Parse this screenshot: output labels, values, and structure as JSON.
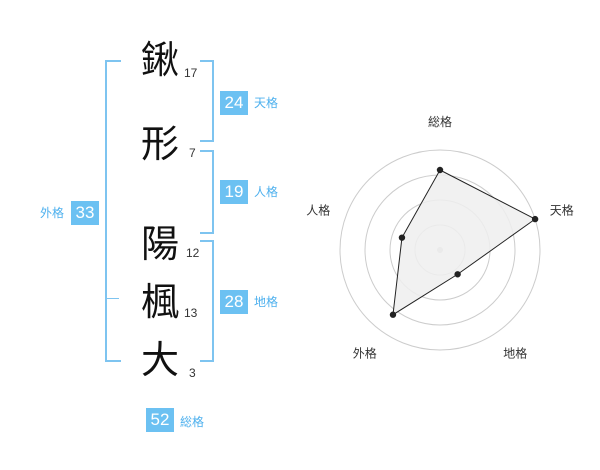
{
  "characters": [
    {
      "char": "鍬",
      "strokes": "17"
    },
    {
      "char": "形",
      "strokes": "7"
    },
    {
      "char": "陽",
      "strokes": "12"
    },
    {
      "char": "楓",
      "strokes": "13"
    },
    {
      "char": "大",
      "strokes": "3"
    }
  ],
  "fortunes": {
    "tenkaku": {
      "value": "24",
      "label": "天格"
    },
    "jinkaku": {
      "value": "19",
      "label": "人格"
    },
    "chikaku": {
      "value": "28",
      "label": "地格"
    },
    "gaikaku": {
      "value": "33",
      "label": "外格"
    },
    "soukaku": {
      "value": "52",
      "label": "総格"
    }
  },
  "chart_data": {
    "type": "radar",
    "axes": [
      "総格",
      "天格",
      "地格",
      "外格",
      "人格"
    ],
    "values": [
      0.8,
      1.0,
      0.3,
      0.8,
      0.4
    ],
    "rings": 4,
    "range": [
      0,
      1
    ],
    "colors": {
      "fill": "#efefef",
      "line": "#222222",
      "grid": "#cccccc"
    }
  }
}
